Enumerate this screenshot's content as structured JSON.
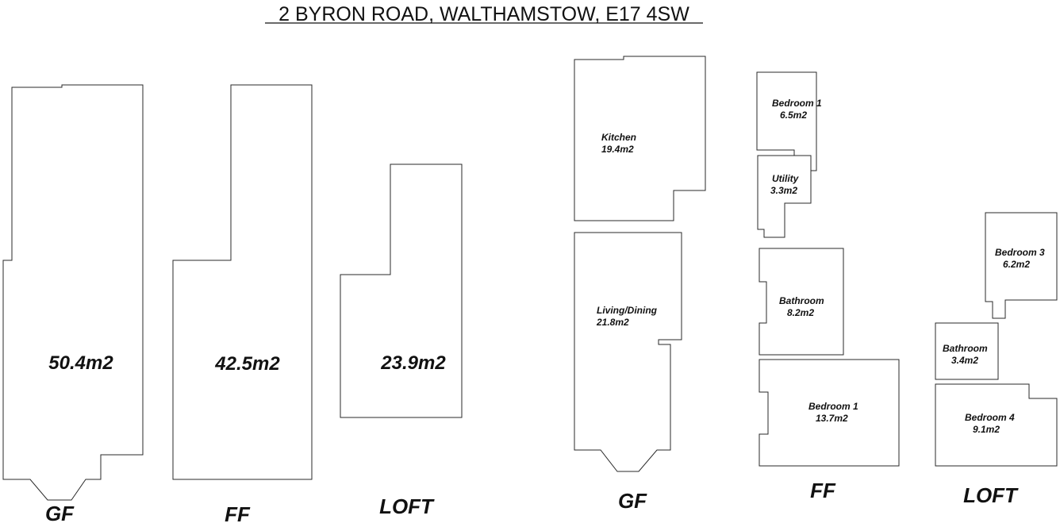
{
  "title": "2 BYRON ROAD, WALTHAMSTOW, E17 4SW",
  "floors": [
    {
      "label": "GF",
      "area": "50.4m2"
    },
    {
      "label": "FF",
      "area": "42.5m2"
    },
    {
      "label": "LOFT",
      "area": "23.9m2"
    }
  ],
  "room_groups": [
    {
      "label": "GF",
      "rooms": [
        {
          "name": "Kitchen",
          "area": "19.4m2"
        },
        {
          "name": "Living/Dining",
          "area": "21.8m2"
        }
      ]
    },
    {
      "label": "FF",
      "rooms": [
        {
          "name": "Bedroom 1",
          "area": "6.5m2"
        },
        {
          "name": "Utility",
          "area": "3.3m2"
        },
        {
          "name": "Bathroom",
          "area": "8.2m2"
        },
        {
          "name": "Bedroom 1",
          "area": "13.7m2"
        }
      ]
    },
    {
      "label": "LOFT",
      "rooms": [
        {
          "name": "Bedroom 3",
          "area": "6.2m2"
        },
        {
          "name": "Bathroom",
          "area": "3.4m2"
        },
        {
          "name": "Bedroom 4",
          "area": "9.1m2"
        }
      ]
    }
  ]
}
